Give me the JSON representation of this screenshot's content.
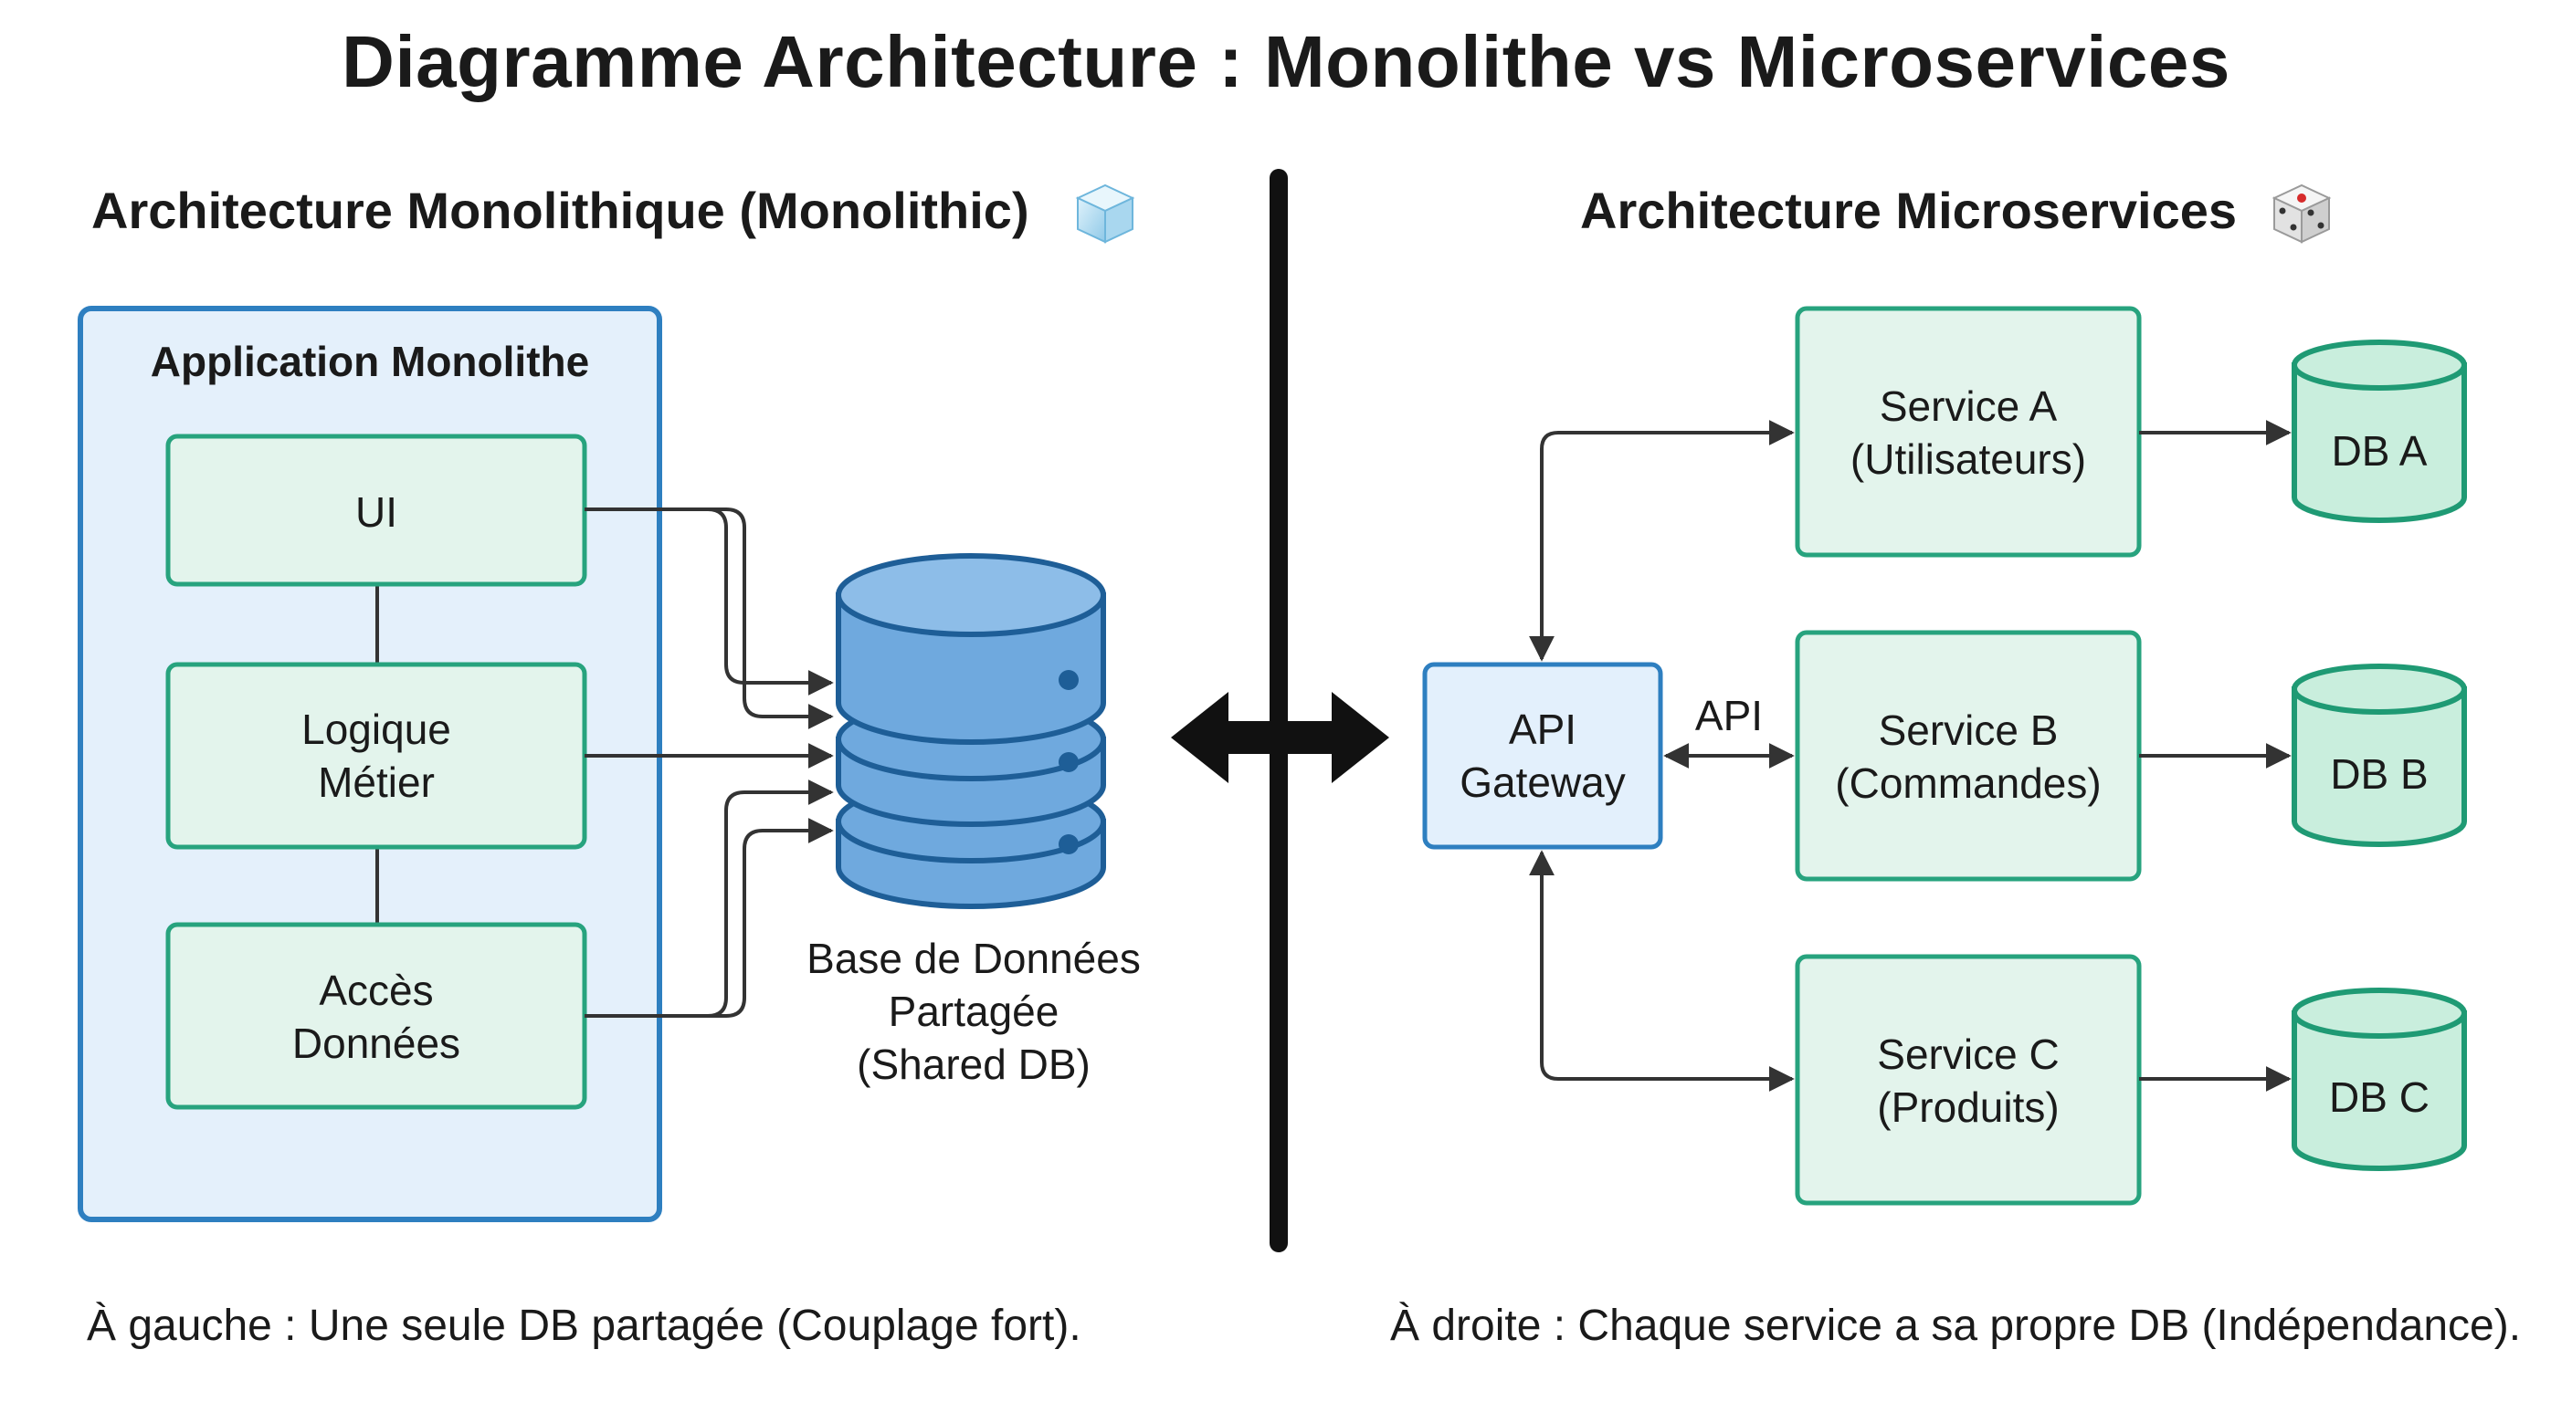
{
  "title": "Diagramme Architecture : Monolithe vs Microservices",
  "monolith": {
    "section_title": "Architecture Monolithique (Monolithic)",
    "section_icon": "ice-cube-icon",
    "container_label": "Application Monolithe",
    "layers": [
      {
        "id": "ui",
        "line1": "UI",
        "line2": ""
      },
      {
        "id": "business",
        "line1": "Logique",
        "line2": "Métier"
      },
      {
        "id": "data",
        "line1": "Accès",
        "line2": "Données"
      }
    ],
    "shared_db": {
      "line1": "Base de Données",
      "line2": "Partagée",
      "line3": "(Shared DB)"
    },
    "footer": "À gauche : Une seule DB partagée (Couplage fort)."
  },
  "comparison_icon": "double-arrow-icon",
  "microservices": {
    "section_title": "Architecture Microservices",
    "section_icon": "dice-icon",
    "gateway": {
      "line1": "API",
      "line2": "Gateway"
    },
    "connection_label": "API",
    "services": [
      {
        "line1": "Service A",
        "line2": "(Utilisateurs)",
        "db": "DB A"
      },
      {
        "line1": "Service B",
        "line2": "(Commandes)",
        "db": "DB B"
      },
      {
        "line1": "Service C",
        "line2": "(Produits)",
        "db": "DB C"
      }
    ],
    "footer": "À droite : Chaque service a sa propre DB (Indépendance)."
  },
  "colors": {
    "container_fill": "#E4F0FB",
    "container_stroke": "#2E7FC0",
    "node_fill": "#E3F4EC",
    "node_stroke": "#27A37E",
    "gateway_fill": "#E3F0FC",
    "gateway_stroke": "#2E7FC0",
    "db_fill": "#6FA9DE",
    "db_stroke": "#1E5E97",
    "micro_db_fill": "#C9EEDD",
    "line": "#333333"
  }
}
